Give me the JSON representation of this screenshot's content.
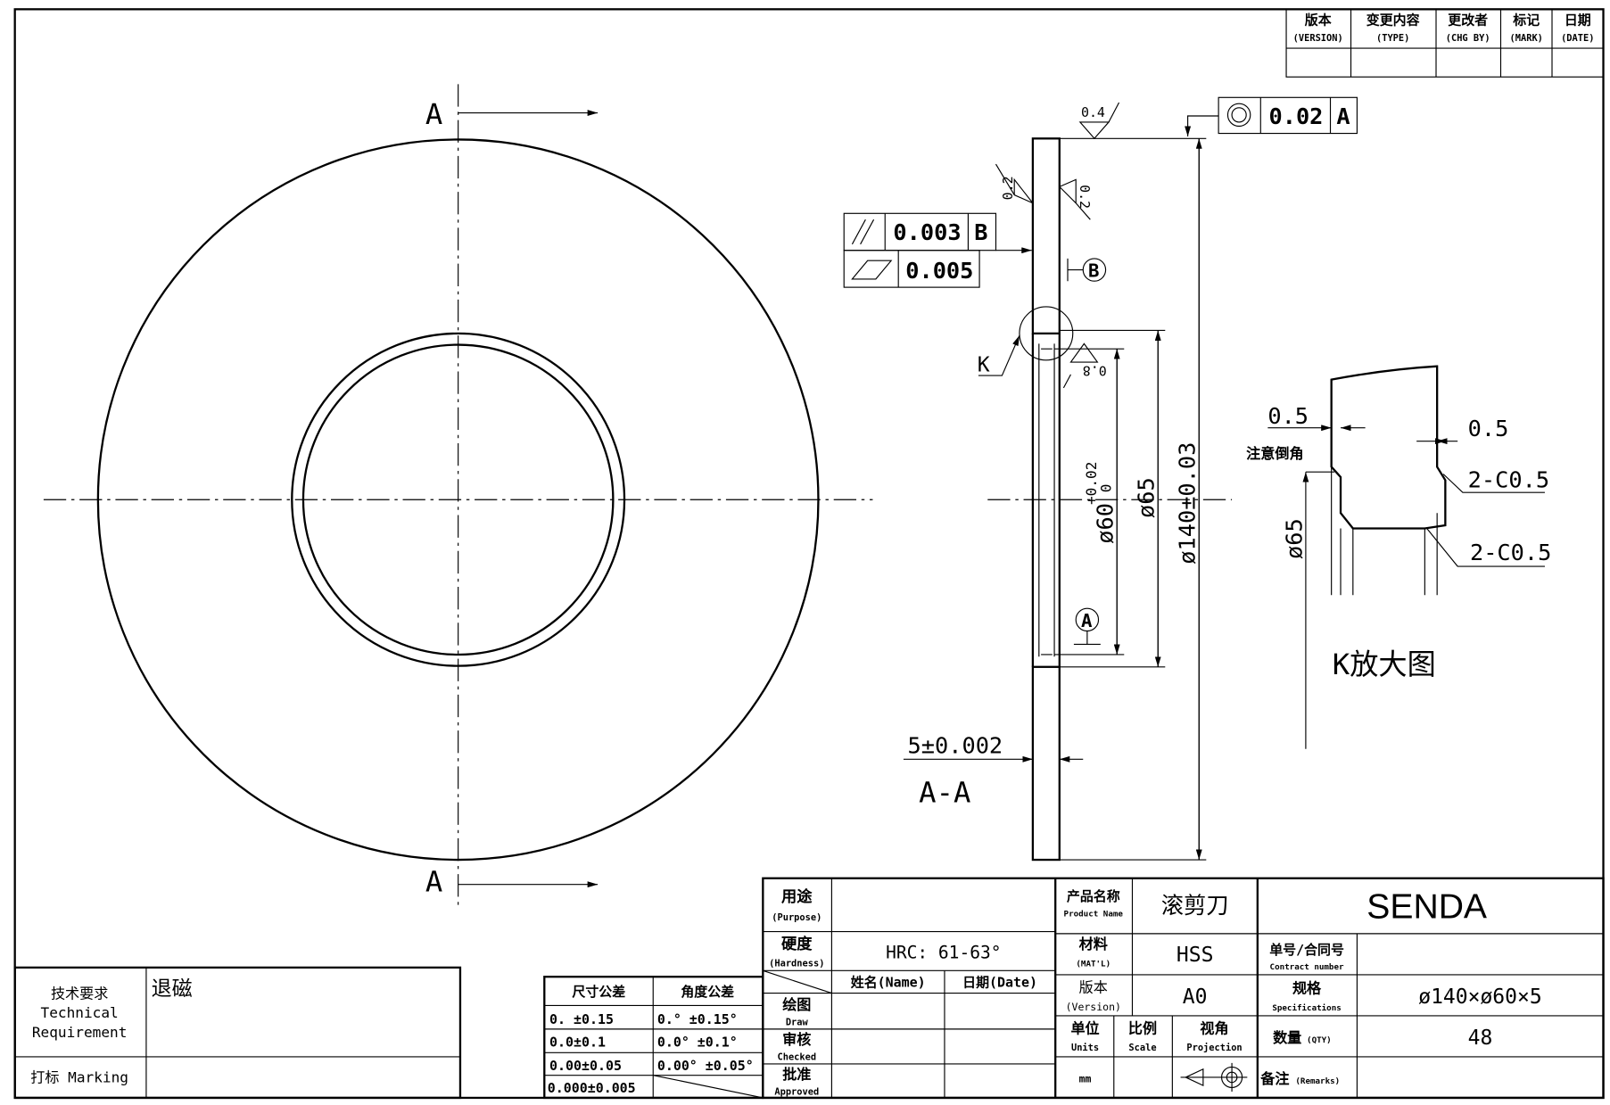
{
  "revision_table": {
    "headers": [
      {
        "cn": "版本",
        "en": "(VERSION)"
      },
      {
        "cn": "变更内容",
        "en": "(TYPE)"
      },
      {
        "cn": "更改者",
        "en": "(CHG BY)"
      },
      {
        "cn": "标记",
        "en": "(MARK)"
      },
      {
        "cn": "日期",
        "en": "(DATE)"
      }
    ]
  },
  "front_view": {
    "section_label": "A"
  },
  "section_view": {
    "title": "A-A",
    "roughness": [
      "0.4",
      "0.2",
      "0.2",
      "0.8"
    ],
    "concentricity": {
      "symbol": "◎",
      "value": "0.02",
      "datum": "A"
    },
    "parallelism": {
      "symbol": "//",
      "value": "0.003",
      "datum": "B"
    },
    "flatness": {
      "value": "0.005"
    },
    "datum_b": "B",
    "datum_a": "A",
    "detail_label": "K",
    "dim_outer": "ø140±0.03",
    "dim_65": "ø65",
    "dim_inner": "ø60",
    "dim_inner_tol_upper": "+0.02",
    "dim_inner_tol_lower": "0",
    "dim_thickness": "5±0.002"
  },
  "detail_view": {
    "title": "K放大图",
    "dim_left": "0.5",
    "note": "注意倒角",
    "dim_right": "0.5",
    "chamfer_top": "2-C0.5",
    "chamfer_bottom": "2-C0.5",
    "dim_dia": "ø65"
  },
  "tech_req": {
    "label_cn": "技术要求",
    "label_en1": "Technical",
    "label_en2": "Requirement",
    "value": "退磁",
    "marking_label": "打标 Marking"
  },
  "tolerance_table": {
    "headers": [
      "尺寸公差",
      "角度公差"
    ],
    "rows": [
      [
        "0. ±0.15",
        "0.° ±0.15°"
      ],
      [
        "0.0±0.1",
        "0.0° ±0.1°"
      ],
      [
        "0.00±0.05",
        "0.00° ±0.05°"
      ],
      [
        "0.000±0.005",
        ""
      ]
    ]
  },
  "title_block": {
    "purpose": {
      "cn": "用途",
      "en": "(Purpose)",
      "value": ""
    },
    "hardness": {
      "cn": "硬度",
      "en": "(Hardness)",
      "value": "HRC: 61-63°"
    },
    "name_header": "姓名(Name)",
    "date_header": "日期(Date)",
    "draw": {
      "cn": "绘图",
      "en": "Draw"
    },
    "checked": {
      "cn": "审核",
      "en": "Checked"
    },
    "approved": {
      "cn": "批准",
      "en": "Approved"
    },
    "product_name": {
      "cn": "产品名称",
      "en": "Product Name",
      "value": "滚剪刀"
    },
    "material": {
      "cn": "材料",
      "en": "(MAT'L)",
      "value": "HSS"
    },
    "version": {
      "cn": "版本",
      "en": "(Version)",
      "value": "A0"
    },
    "units": {
      "cn": "单位",
      "en": "Units",
      "value": "mm"
    },
    "scale": {
      "cn": "比例",
      "en": "Scale",
      "value": ""
    },
    "projection": {
      "cn": "视角",
      "en": "Projection"
    },
    "company": "SENDA",
    "contract": {
      "cn": "单号/合同号",
      "en": "Contract number",
      "value": ""
    },
    "spec": {
      "cn": "规格",
      "en": "Specifications",
      "value": "ø140×ø60×5"
    },
    "qty": {
      "cn": "数量",
      "en": "(QTY)",
      "value": "48"
    },
    "remarks": {
      "cn": "备注",
      "en": "(Remarks)",
      "value": ""
    }
  }
}
